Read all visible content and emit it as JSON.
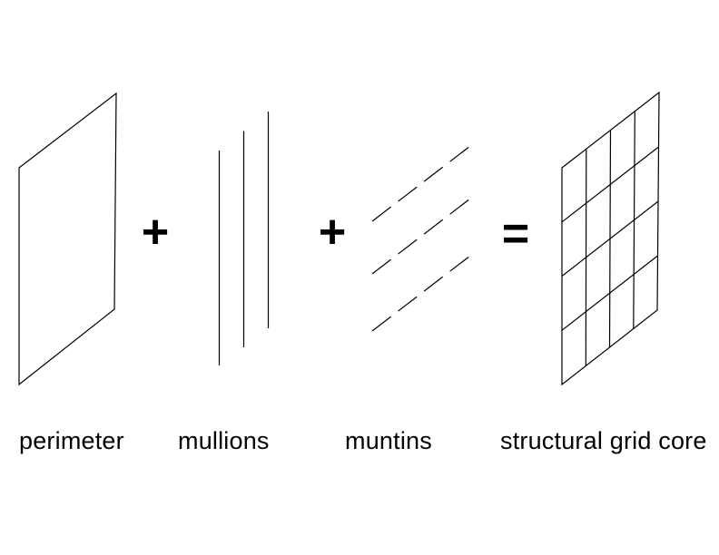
{
  "diagram": {
    "title": "window wall composition diagram",
    "operators": {
      "plus_1": "+",
      "plus_2": "+",
      "equals": "="
    },
    "labels": {
      "perimeter": "perimeter",
      "mullions": "mullions",
      "muntins": "muntins",
      "grid_core": "structural grid core"
    },
    "parts": {
      "perimeter_shape": "parallelogram outline",
      "mullions_count": 3,
      "muntins_count": 3,
      "grid_columns": 4,
      "grid_rows": 4
    },
    "colors": {
      "background": "#ffffff",
      "line": "#000000",
      "text": "#000000"
    }
  }
}
